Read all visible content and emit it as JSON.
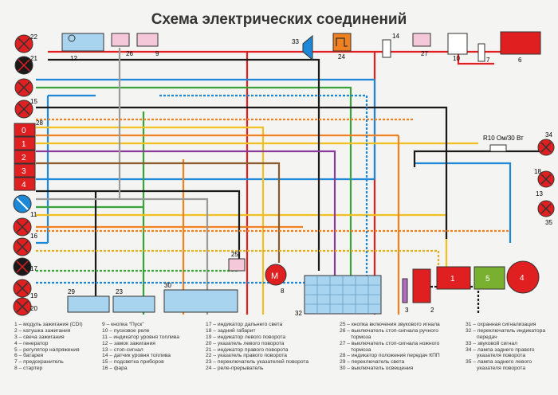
{
  "title": "Схема электрических соединений",
  "labels": {
    "n0": "0",
    "n1": "1",
    "n2": "2",
    "n3": "3",
    "n4": "4",
    "n5": "5",
    "n6": "6",
    "n7": "7",
    "n8": "8",
    "n9": "9",
    "n10": "10",
    "n11": "11",
    "n12": "12",
    "n13": "13",
    "n14": "14",
    "n15": "15",
    "n16": "16",
    "n17": "17",
    "n18": "18",
    "n19": "19",
    "n20": "20",
    "n21": "21",
    "n22": "22",
    "n23": "23",
    "n24": "24",
    "n25": "25",
    "n26": "26",
    "n27": "27",
    "n28": "28",
    "n29": "29",
    "n30": "30",
    "n32": "32",
    "n33": "33",
    "n34": "34",
    "n35": "35",
    "resistor": "R10 Ом/30 Вт",
    "block_1": "1",
    "block_5": "5",
    "block_4": "4",
    "motor_m": "M"
  },
  "legend": {
    "col1": [
      "1 – модуль зажигания (CDI)",
      "2 – катушка зажигания",
      "3 – свеча зажигания",
      "4 – генератор",
      "5 – регулятор напряжения",
      "6 – батарея",
      "7 – предохранитель",
      "8 – стартер"
    ],
    "col2": [
      "9 – кнопка “Пуск”",
      "10 – пусковое реле",
      "11 – индикатор уровня топлива",
      "12 – замок зажигания",
      "13 – стоп-сигнал",
      "14 – датчик уровня топлива",
      "15 – подсветка приборов",
      "16 – фара"
    ],
    "col3": [
      "17 – индикатор дальнего света",
      "18 – задний габарит",
      "19 – индикатор левого поворота",
      "20 – указатель левого поворота",
      "21 – индикатор правого поворота",
      "22 – указатель правого поворота",
      "23 – переключатель указателей поворота",
      "24 – реле-прерыватель"
    ],
    "col4": [
      "25 – кнопка включения звукового игнала",
      "26 – выключатель стоп-сигнала ручного",
      "тормоза",
      "27 – выключатель стоп-сигнала ножного",
      "тормоза",
      "28 – индикатор положения передач КПП",
      "29 – переключатель света",
      "30 – выключатель освещения"
    ],
    "col5": [
      "31 – охранная сигнализация",
      "32 – переключатель индикатора",
      "передач",
      "33 – звуковой сигнал",
      "34 – лампа заднего правого",
      "указателя поворота",
      "35 – лампа заднего левого",
      "указателя поворота"
    ]
  },
  "colors": {
    "red": "#e02020",
    "blue": "#1e88d8",
    "green": "#3aa23a",
    "yellow": "#f0c020",
    "orange": "#f08020",
    "black": "#1a1a1a",
    "purple": "#8a3a9a",
    "gray": "#9a9a9a"
  }
}
